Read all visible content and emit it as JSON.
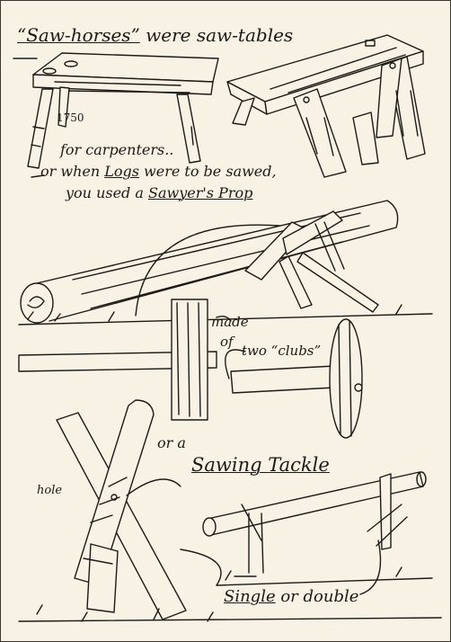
{
  "captions": {
    "title_1": "“Saw-horses”",
    "title_2": " were saw-tables",
    "year": "1750",
    "carpenters": "for carpenters..",
    "logs_1": "or when ",
    "logs_2": "Logs",
    "logs_3": " were to be sawed,",
    "prop_1": "you used a ",
    "prop_2": "Sawyer's Prop",
    "made": "made",
    "of": "of",
    "clubs": "two “clubs”",
    "or_a": "or a",
    "tackle": "Sawing Tackle",
    "hole": "hole",
    "single_1": "Single",
    "single_2": " or double"
  },
  "colors": {
    "ink": "#1c1a17",
    "paper": "#f7f2e4"
  }
}
